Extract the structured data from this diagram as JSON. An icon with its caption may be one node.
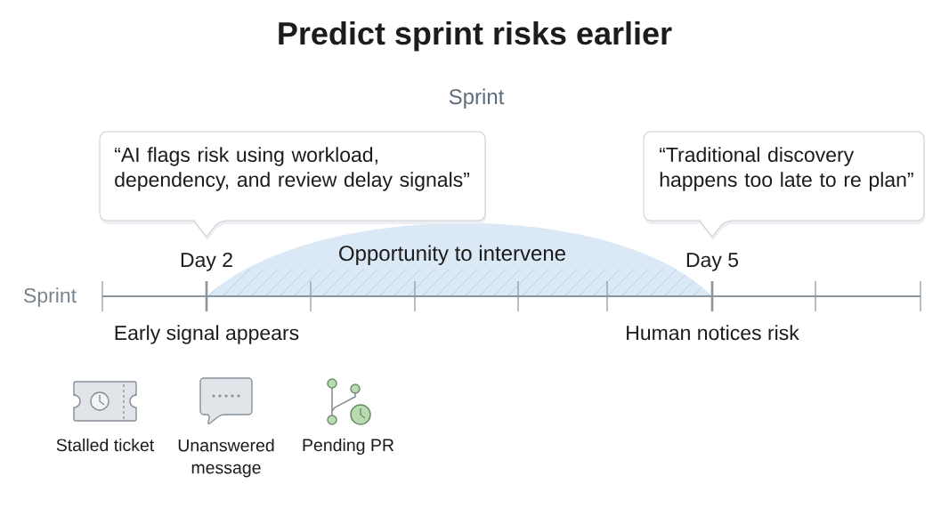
{
  "diagram": {
    "title": "Predict sprint risks earlier",
    "nodes": [
      {
        "text": [
          "“AI flags risk using workload, dependency, and review delay signals”"
        ]
      },
      {
        "text": [
          "“Traditional discovery happens too late to re plan”"
        ]
      },
      {
        "text": [
          "Opportunity to intervene"
        ]
      }
    ],
    "labels": [
      "Sprint",
      "Day 2",
      "Day 5",
      "Sprint",
      "Early signal appears",
      "Human notices risk",
      "Stalled ticket",
      "Unanswered message",
      "Pending PR"
    ]
  }
}
